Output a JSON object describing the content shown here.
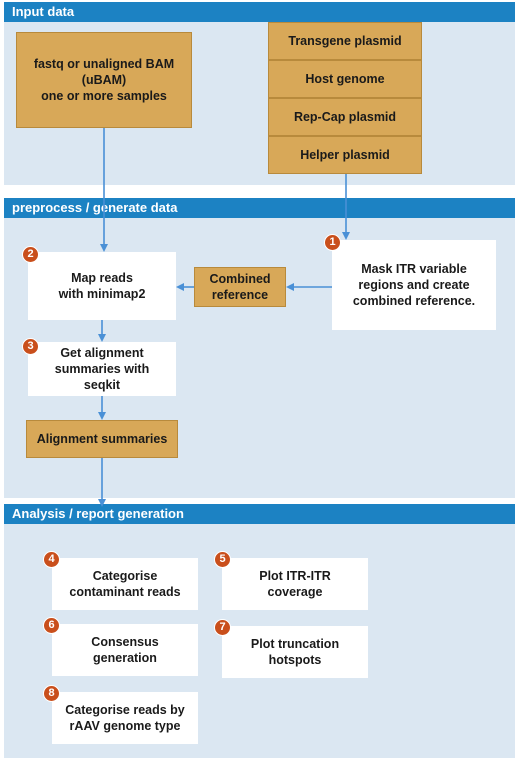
{
  "sections": {
    "input": "Input data",
    "preprocess": "preprocess / generate data",
    "analysis": "Analysis / report generation"
  },
  "input_data": {
    "reads": "fastq or unaligned BAM\n(uBAM)\none or more samples",
    "transgene": "Transgene plasmid",
    "host": "Host genome",
    "repcap": "Rep-Cap plasmid",
    "helper": "Helper plasmid"
  },
  "steps": {
    "mask": {
      "num": "1",
      "label": "Mask ITR variable\nregions and create\ncombined reference."
    },
    "map": {
      "num": "2",
      "label": "Map reads\nwith minimap2"
    },
    "summ": {
      "num": "3",
      "label": "Get alignment\nsummaries with\nseqkit"
    },
    "combined": "Combined\nreference",
    "align_summaries": "Alignment summaries",
    "contam": {
      "num": "4",
      "label": "Categorise\ncontaminant reads"
    },
    "itr": {
      "num": "5",
      "label": "Plot ITR-ITR\ncoverage"
    },
    "consensus": {
      "num": "6",
      "label": "Consensus\ngeneration"
    },
    "trunc": {
      "num": "7",
      "label": "Plot truncation\nhotspots"
    },
    "rAAV": {
      "num": "8",
      "label": "Categorise reads by\nrAAV genome type"
    }
  },
  "colors": {
    "header": "#1c82c3",
    "panel": "#dbe7f2",
    "data_box": "#d8a858",
    "badge": "#c94f1c",
    "arrow": "#4a90d6"
  }
}
